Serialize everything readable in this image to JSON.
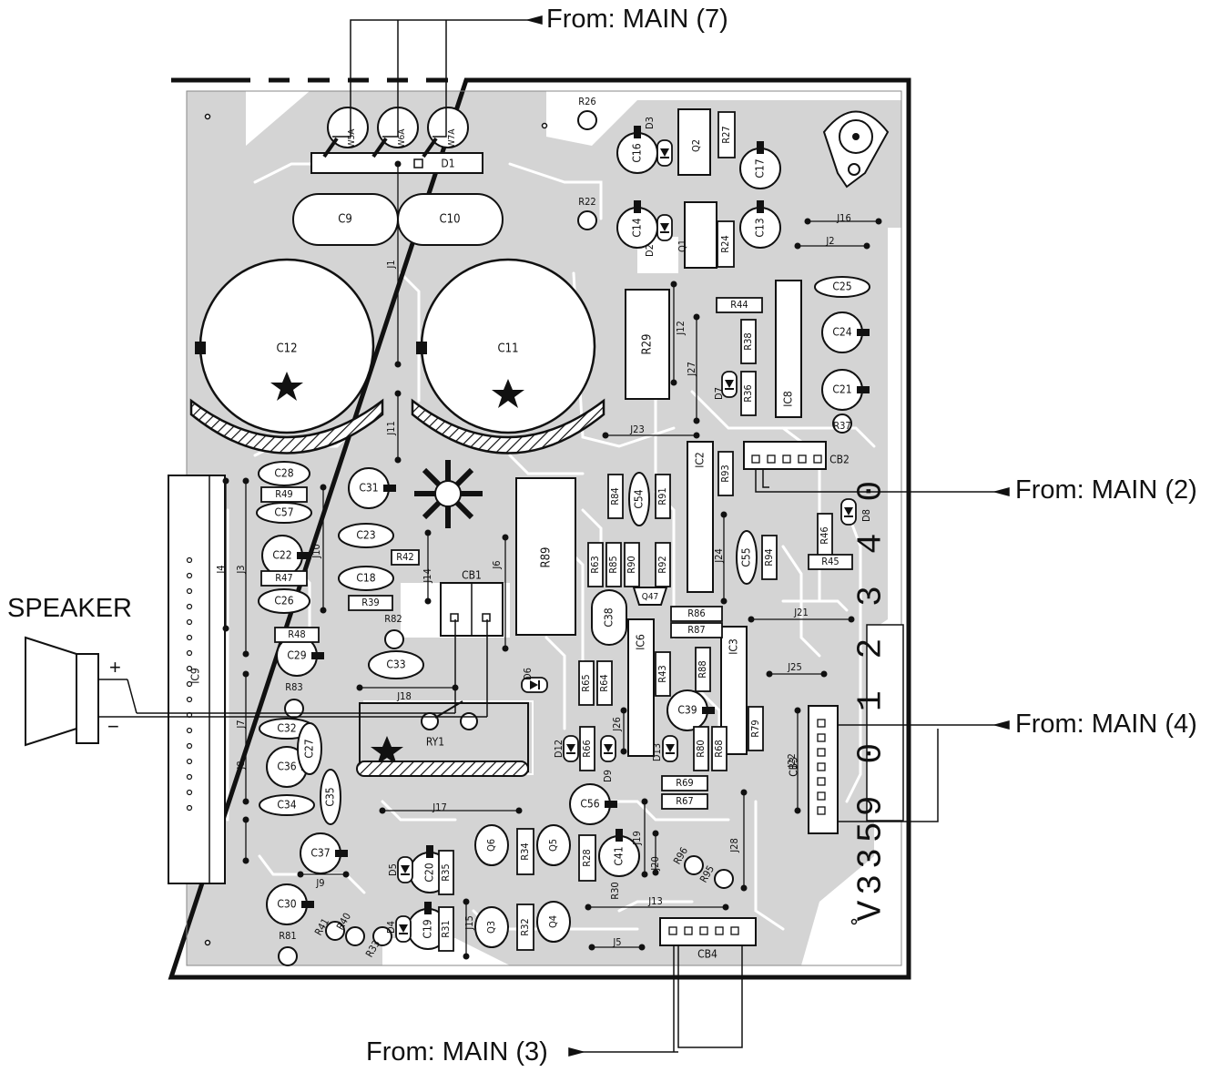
{
  "connections": {
    "main7": "From: MAIN (7)",
    "main2": "From: MAIN (2)",
    "main4": "From: MAIN (4)",
    "main3": "From: MAIN (3)"
  },
  "speaker": {
    "label": "SPEAKER",
    "plus": "+",
    "minus": "−"
  },
  "board_code": "V3359 0 1 2 3 4 0",
  "capacitors": {
    "large": [
      "C12",
      "C11"
    ],
    "oval": [
      "C9",
      "C10"
    ],
    "electrolytic": [
      "C16",
      "C17",
      "C14",
      "C13",
      "C24",
      "C21",
      "C31",
      "C22",
      "C29",
      "C36",
      "C37",
      "C30",
      "C39",
      "C56",
      "C41",
      "C20",
      "C19",
      "C38"
    ],
    "film": [
      "C25",
      "C28",
      "C57",
      "C26",
      "C23",
      "C18",
      "C33",
      "C32",
      "C27",
      "C34",
      "C35",
      "C54",
      "C55"
    ]
  },
  "resistors": {
    "boxed": [
      "R27",
      "R24",
      "R44",
      "R38",
      "R36",
      "R29",
      "R49",
      "R47",
      "R42",
      "R39",
      "R48",
      "R89",
      "R84",
      "R91",
      "R93",
      "R63",
      "R85",
      "R90",
      "R92",
      "R46",
      "R45",
      "R94",
      "R86",
      "R87",
      "R43",
      "R88",
      "R65",
      "R64",
      "R66",
      "R80",
      "R68",
      "R69",
      "R67",
      "R79",
      "R34",
      "R28",
      "R30",
      "R32",
      "R35",
      "R31"
    ],
    "standing": [
      "R26",
      "R22",
      "R82",
      "R83",
      "R96",
      "R95",
      "R81",
      "R41",
      "R40",
      "R33",
      "R37"
    ]
  },
  "semiconductors": {
    "diodes": [
      "D1",
      "D3",
      "D2",
      "D7",
      "D8",
      "D6",
      "D12",
      "D9",
      "D13",
      "D5",
      "D4"
    ],
    "transistors": [
      "Q2",
      "Q1",
      "Q47",
      "Q6",
      "Q5",
      "Q3",
      "Q4"
    ],
    "ics": [
      "IC8",
      "IC2",
      "IC6",
      "IC3",
      "IC9"
    ]
  },
  "connectors": [
    "CB1",
    "CB2",
    "CB3",
    "CB4",
    "W5A",
    "W6A",
    "W7A"
  ],
  "jumpers": [
    "J1",
    "J2",
    "J3",
    "J4",
    "J5",
    "J6",
    "J7",
    "J8",
    "J9",
    "J10",
    "J11",
    "J12",
    "J13",
    "J14",
    "J15",
    "J16",
    "J17",
    "J18",
    "J19",
    "J20",
    "J21",
    "J22",
    "J23",
    "J24",
    "J25",
    "J26",
    "J27",
    "J28"
  ],
  "relay": "RY1",
  "colors": {
    "copper": "#d4d4d4",
    "ink": "#111111",
    "paper": "#ffffff"
  }
}
